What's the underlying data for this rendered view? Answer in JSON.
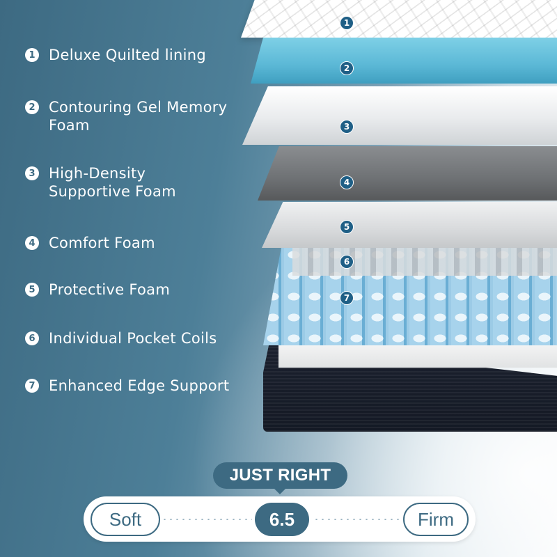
{
  "legend": [
    {
      "num": "1",
      "label": "Deluxe Quilted lining"
    },
    {
      "num": "2",
      "label": "Contouring Gel Memory\n Foam"
    },
    {
      "num": "3",
      "label": "High-Density\nSupportive Foam"
    },
    {
      "num": "4",
      "label": "Comfort Foam"
    },
    {
      "num": "5",
      "label": "Protective Foam"
    },
    {
      "num": "6",
      "label": "Individual Pocket Coils"
    },
    {
      "num": "7",
      "label": "Enhanced Edge Support"
    }
  ],
  "markers": [
    "1",
    "2",
    "3",
    "4",
    "5",
    "6",
    "7"
  ],
  "firmness": {
    "badge": "JUST RIGHT",
    "soft_label": "Soft",
    "value": "6.5",
    "firm_label": "Firm"
  },
  "colors": {
    "accent": "#3d6a82",
    "marker": "#1f5f86",
    "gel_layer": "#5bb8d6",
    "base": "#1c2230"
  }
}
